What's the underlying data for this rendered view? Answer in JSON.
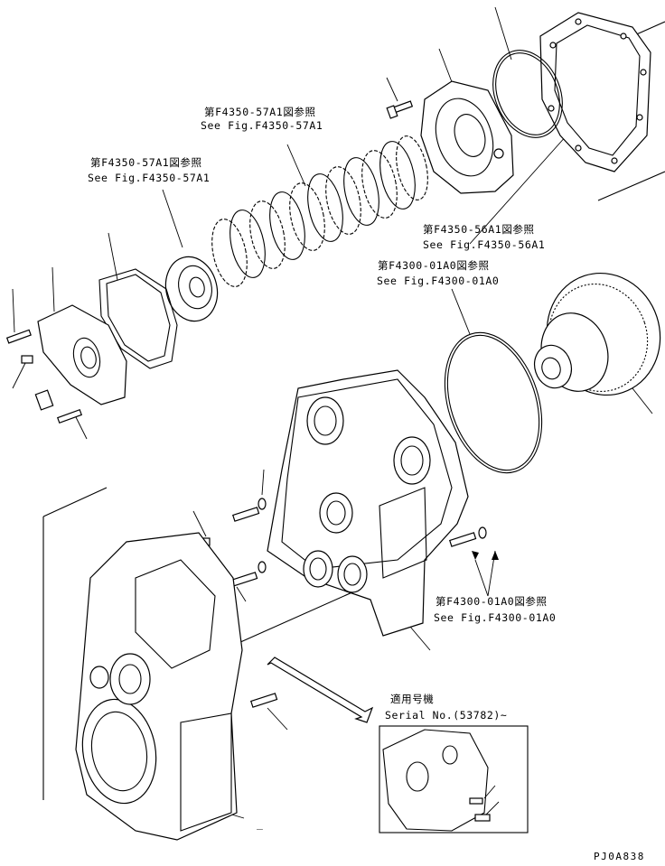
{
  "references": [
    {
      "jp": "第F4350-57A1図参照",
      "en": "See Fig.F4350-57A1"
    },
    {
      "jp": "第F4350-57A1図参照",
      "en": "See Fig.F4350-57A1"
    },
    {
      "jp": "第F4350-56A1図参照",
      "en": "See Fig.F4350-56A1"
    },
    {
      "jp": "第F4300-01A0図参照",
      "en": "See Fig.F4300-01A0"
    },
    {
      "jp": "第F4300-01A0図参照",
      "en": "See Fig.F4300-01A0"
    }
  ],
  "serial": {
    "jp": "適用号機",
    "en": "Serial No.(53782)~"
  },
  "figure_code": "PJ0A838",
  "misc_mark": "_"
}
